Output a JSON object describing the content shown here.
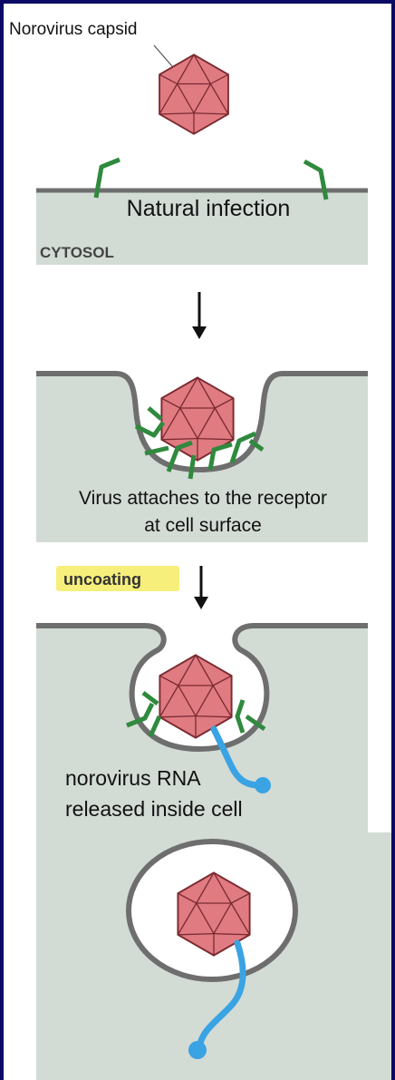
{
  "labels": {
    "capsid": "Norovirus capsid",
    "natural_infection": "Natural infection",
    "cytosol": "CYTOSOL",
    "attach_line1": "Virus attaches to the receptor",
    "attach_line2": "at cell surface",
    "uncoating": "uncoating",
    "rna_line1": "norovirus RNA",
    "rna_line2": "released inside cell"
  },
  "colors": {
    "frame": "#0b0b66",
    "background": "#ffffff",
    "cytosol": "#d3dbd5",
    "membrane": "#6e6e6e",
    "capsid_fill": "#e07b82",
    "capsid_stroke": "#7a2a30",
    "receptor": "#2f8a3e",
    "rna": "#3aa3e3",
    "uncoating_highlight": "#f6ef7c"
  }
}
